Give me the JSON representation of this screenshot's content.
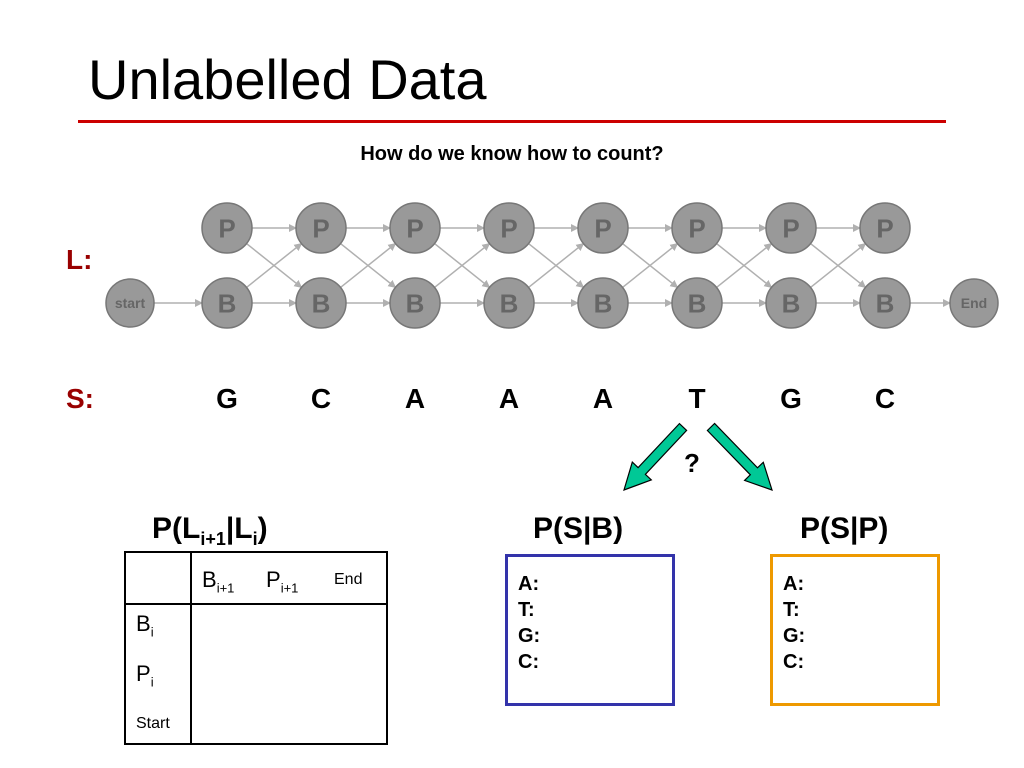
{
  "slide": {
    "title": "Unlabelled Data",
    "question": "How do we know how to count?"
  },
  "lattice": {
    "row_label": "L:",
    "top_state": "P",
    "bottom_state": "B",
    "start_label": "start",
    "end_label": "End",
    "num_columns": 8
  },
  "sequence": {
    "row_label": "S:",
    "letters": [
      "G",
      "C",
      "A",
      "A",
      "A",
      "T",
      "G",
      "C"
    ],
    "uncertain_mark": "?"
  },
  "transition_table": {
    "heading": {
      "main": "P(L",
      "sub1": "i+1",
      "mid": "|L",
      "sub2": "i",
      "end": ")"
    },
    "columns": [
      {
        "main": "B",
        "sub": "i+1"
      },
      {
        "main": "P",
        "sub": "i+1"
      },
      {
        "main": "End",
        "sub": ""
      }
    ],
    "rows": [
      {
        "main": "B",
        "sub": "i"
      },
      {
        "main": "P",
        "sub": "i"
      },
      {
        "main": "Start",
        "sub": ""
      }
    ]
  },
  "emission_tables": [
    {
      "heading": "P(S|B)",
      "entries": [
        "A:",
        "T:",
        "G:",
        "C:"
      ],
      "border_color": "#3333aa"
    },
    {
      "heading": "P(S|P)",
      "entries": [
        "A:",
        "T:",
        "G:",
        "C:"
      ],
      "border_color": "#ee9900"
    }
  ],
  "colors": {
    "title_rule": "#cc0000",
    "row_label": "#990000",
    "node_fill": "#999999",
    "node_text": "#666666",
    "edge": "#b0b0b0",
    "arrow": "#00c896"
  }
}
